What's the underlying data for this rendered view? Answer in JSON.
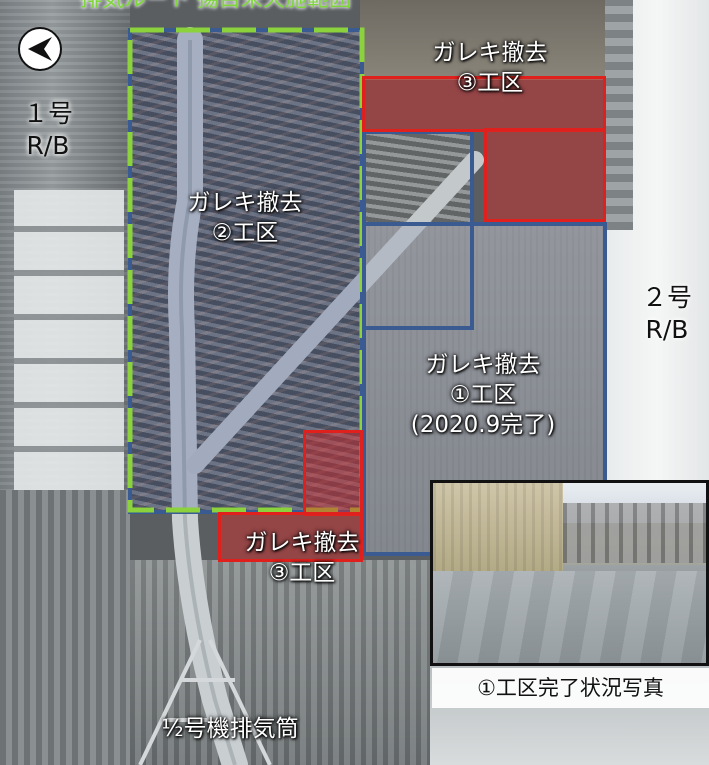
{
  "map": {
    "title": "排気ルート 揚目来天施範囲",
    "compass_icon": "north-arrow-icon",
    "building_1": "１号\nR/B",
    "building_1_line1": "１号",
    "building_1_line2": "R/B",
    "building_2_line1": "２号",
    "building_2_line2": "R/B",
    "zone_3_top": {
      "line1": "ガレキ撤去",
      "line2": "③工区"
    },
    "zone_2": {
      "line1": "ガレキ撤去",
      "line2": "②工区"
    },
    "zone_1": {
      "line1": "ガレキ撤去",
      "line2": "①工区",
      "line3": "(2020.9完了)"
    },
    "zone_3_bottom": {
      "line1": "ガレキ撤去",
      "line2": "③工区"
    },
    "stack_label": "½号機排気筒",
    "photo_caption": "①工区完了状況写真"
  },
  "colors": {
    "zone_red": "#e0201c",
    "zone_blue": "#3a5a92",
    "zone_green_dashed": "#8bd23c"
  }
}
